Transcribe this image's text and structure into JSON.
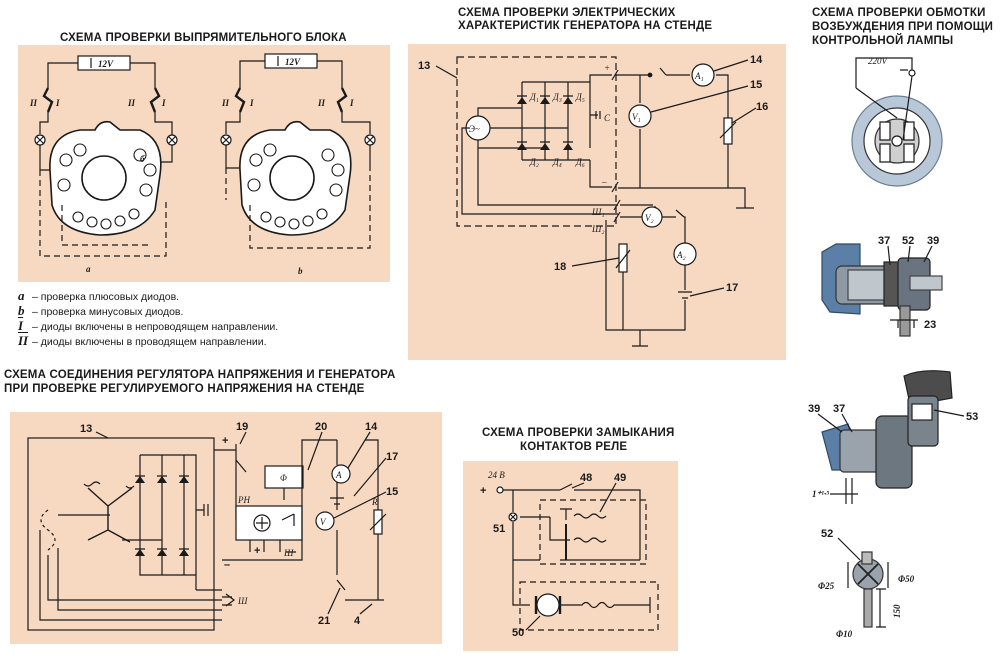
{
  "titles": {
    "rectifier": "СХЕМА ПРОВЕРКИ ВЫПРЯМИТЕЛЬНОГО БЛОКА",
    "stand_line1": "СХЕМА ПРОВЕРКИ ЭЛЕКТРИЧЕСКИХ",
    "stand_line2": "ХАРАКТЕРИСТИК ГЕНЕРАТОРА НА СТЕНДЕ",
    "lamp_line1": "СХЕМА ПРОВЕРКИ ОБМОТКИ",
    "lamp_line2": "ВОЗБУЖДЕНИЯ ПРИ ПОМОЩИ",
    "lamp_line3": "КОНТРОЛЬНОЙ ЛАМПЫ",
    "regulator_line1": "СХЕМА СОЕДИНЕНИЯ РЕГУЛЯТОРА НАПРЯЖЕНИЯ И ГЕНЕРАТОРА",
    "regulator_line2": "ПРИ ПРОВЕРКЕ РЕГУЛИРУЕМОГО НАПРЯЖЕНИЯ НА СТЕНДЕ",
    "relay_line1": "СХЕМА ПРОВЕРКИ ЗАМЫКАНИЯ",
    "relay_line2": "КОНТАКТОВ РЕЛЕ"
  },
  "legend": [
    {
      "key": "a",
      "text": "– проверка плюсовых диодов."
    },
    {
      "key": "b",
      "text": "– проверка минусовых диодов."
    },
    {
      "key": "I",
      "text": "– диоды включены в непроводящем направлении."
    },
    {
      "key": "II",
      "text": "– диоды включены в проводящем направлении."
    }
  ],
  "rectifier": {
    "voltage": "12V",
    "label_a": "a",
    "label_b": "b",
    "label_I": "I",
    "label_II": "II",
    "label_small_b": "б"
  },
  "stand": {
    "callouts": [
      "13",
      "14",
      "15",
      "16",
      "17",
      "18"
    ],
    "meters": {
      "a1": "A₁",
      "v1": "V₁",
      "v2": "V₂",
      "a2": "A₂"
    },
    "diodes": [
      "Д₁",
      "Д₃",
      "Д₅",
      "Д₂",
      "Д₄",
      "Д₆"
    ],
    "cap": "C",
    "terms": {
      "plus": "+",
      "minus": "–",
      "sh1": "Ш₁",
      "sh2": "Ш₂"
    },
    "gen": "Э~"
  },
  "lamp": {
    "voltage": "220V",
    "callouts": [
      "37",
      "52",
      "39",
      "23",
      "39",
      "37",
      "53",
      "1⁺¹·⁵",
      "52",
      "Φ25",
      "Φ50",
      "Φ10",
      "150"
    ]
  },
  "regulator": {
    "callouts": [
      "13",
      "19",
      "20",
      "14",
      "17",
      "15",
      "21",
      "4"
    ],
    "marks": {
      "plus": "+",
      "minus": "–",
      "ph": "РН",
      "phi": "Φ",
      "sh": "Ш",
      "r": "R",
      "a": "A",
      "v": "V",
      "m_plus": "+",
      "m_minus": "–"
    }
  },
  "relay": {
    "callouts": [
      "48",
      "49",
      "51",
      "50"
    ],
    "voltage": "24 В",
    "plus": "+"
  }
}
